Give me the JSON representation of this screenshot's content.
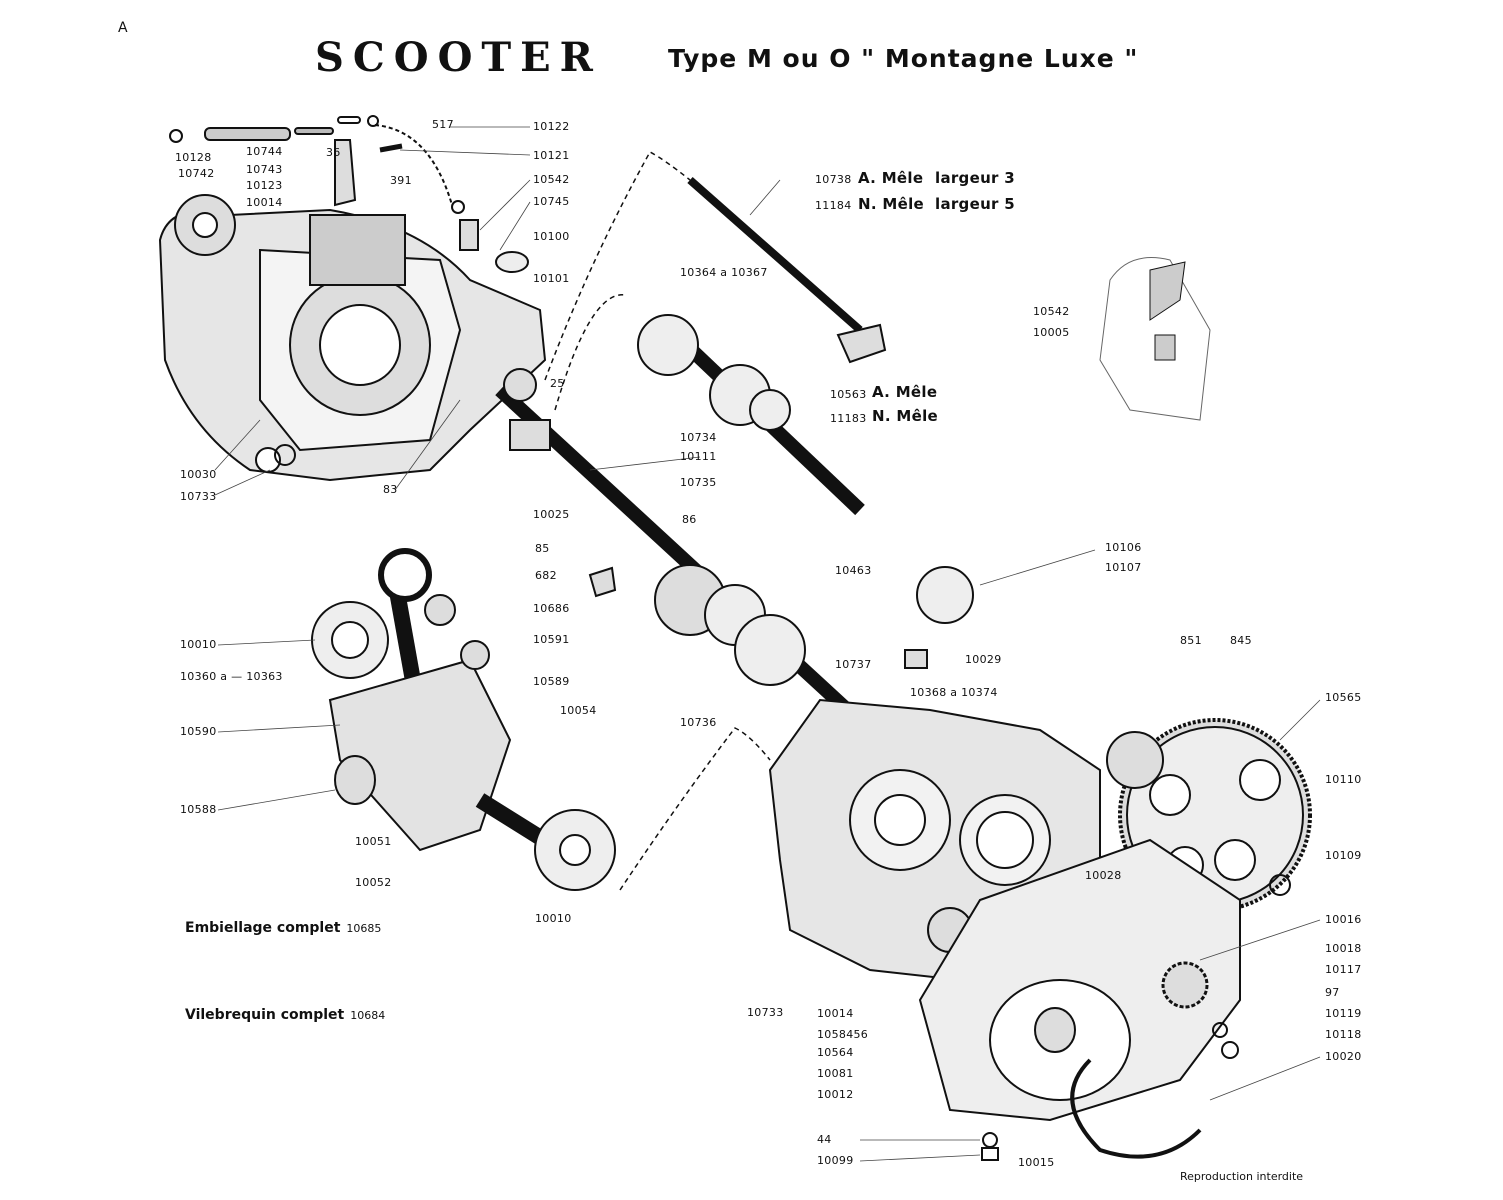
{
  "header": {
    "corner": "A",
    "title": "SCOOTER",
    "subtitle": "Type M ou O \" Montagne Luxe \""
  },
  "captions": {
    "embiellage": {
      "label": "Embiellage complet",
      "ref": "10685"
    },
    "vilebrequin": {
      "label": "Vilebrequin complet",
      "ref": "10684"
    }
  },
  "footer": {
    "reproduction": "Reproduction interdite"
  },
  "labels": [
    "10128",
    "10742",
    "10744",
    "10743",
    "10123",
    "10014",
    "36",
    "517",
    "10122",
    "10121",
    "391",
    "10542",
    "10745",
    "10100",
    "10101",
    "25",
    "10030",
    "10733",
    "83",
    "10025",
    "10111",
    "86",
    "10735",
    "85",
    "682",
    "10686",
    "10591",
    "10589",
    "10054",
    "10010",
    "10360 a — 10363",
    "10590",
    "10588",
    "10051",
    "10052",
    "10010",
    "10738",
    "11184",
    "10364 a 10367",
    "10563",
    "11183",
    "10734",
    "10463",
    "10106",
    "10107",
    "10029",
    "10737",
    "10368 a 10374",
    "10736",
    "10542",
    "10005",
    "851",
    "845",
    "10565",
    "10110",
    "10109",
    "10028",
    "10016",
    "10018",
    "10117",
    "97",
    "10119",
    "10118",
    "10020",
    "10733",
    "10014",
    "1058456",
    "10564",
    "10081",
    "10012",
    "44",
    "10099",
    "10015"
  ],
  "variants": {
    "a_mele_1": "A. Mêle",
    "largeur_3": "largeur 3",
    "n_mele_1": "N. Mêle",
    "largeur_5": "largeur 5",
    "a_mele_2": "A. Mêle",
    "n_mele_2": "N. Mêle"
  }
}
